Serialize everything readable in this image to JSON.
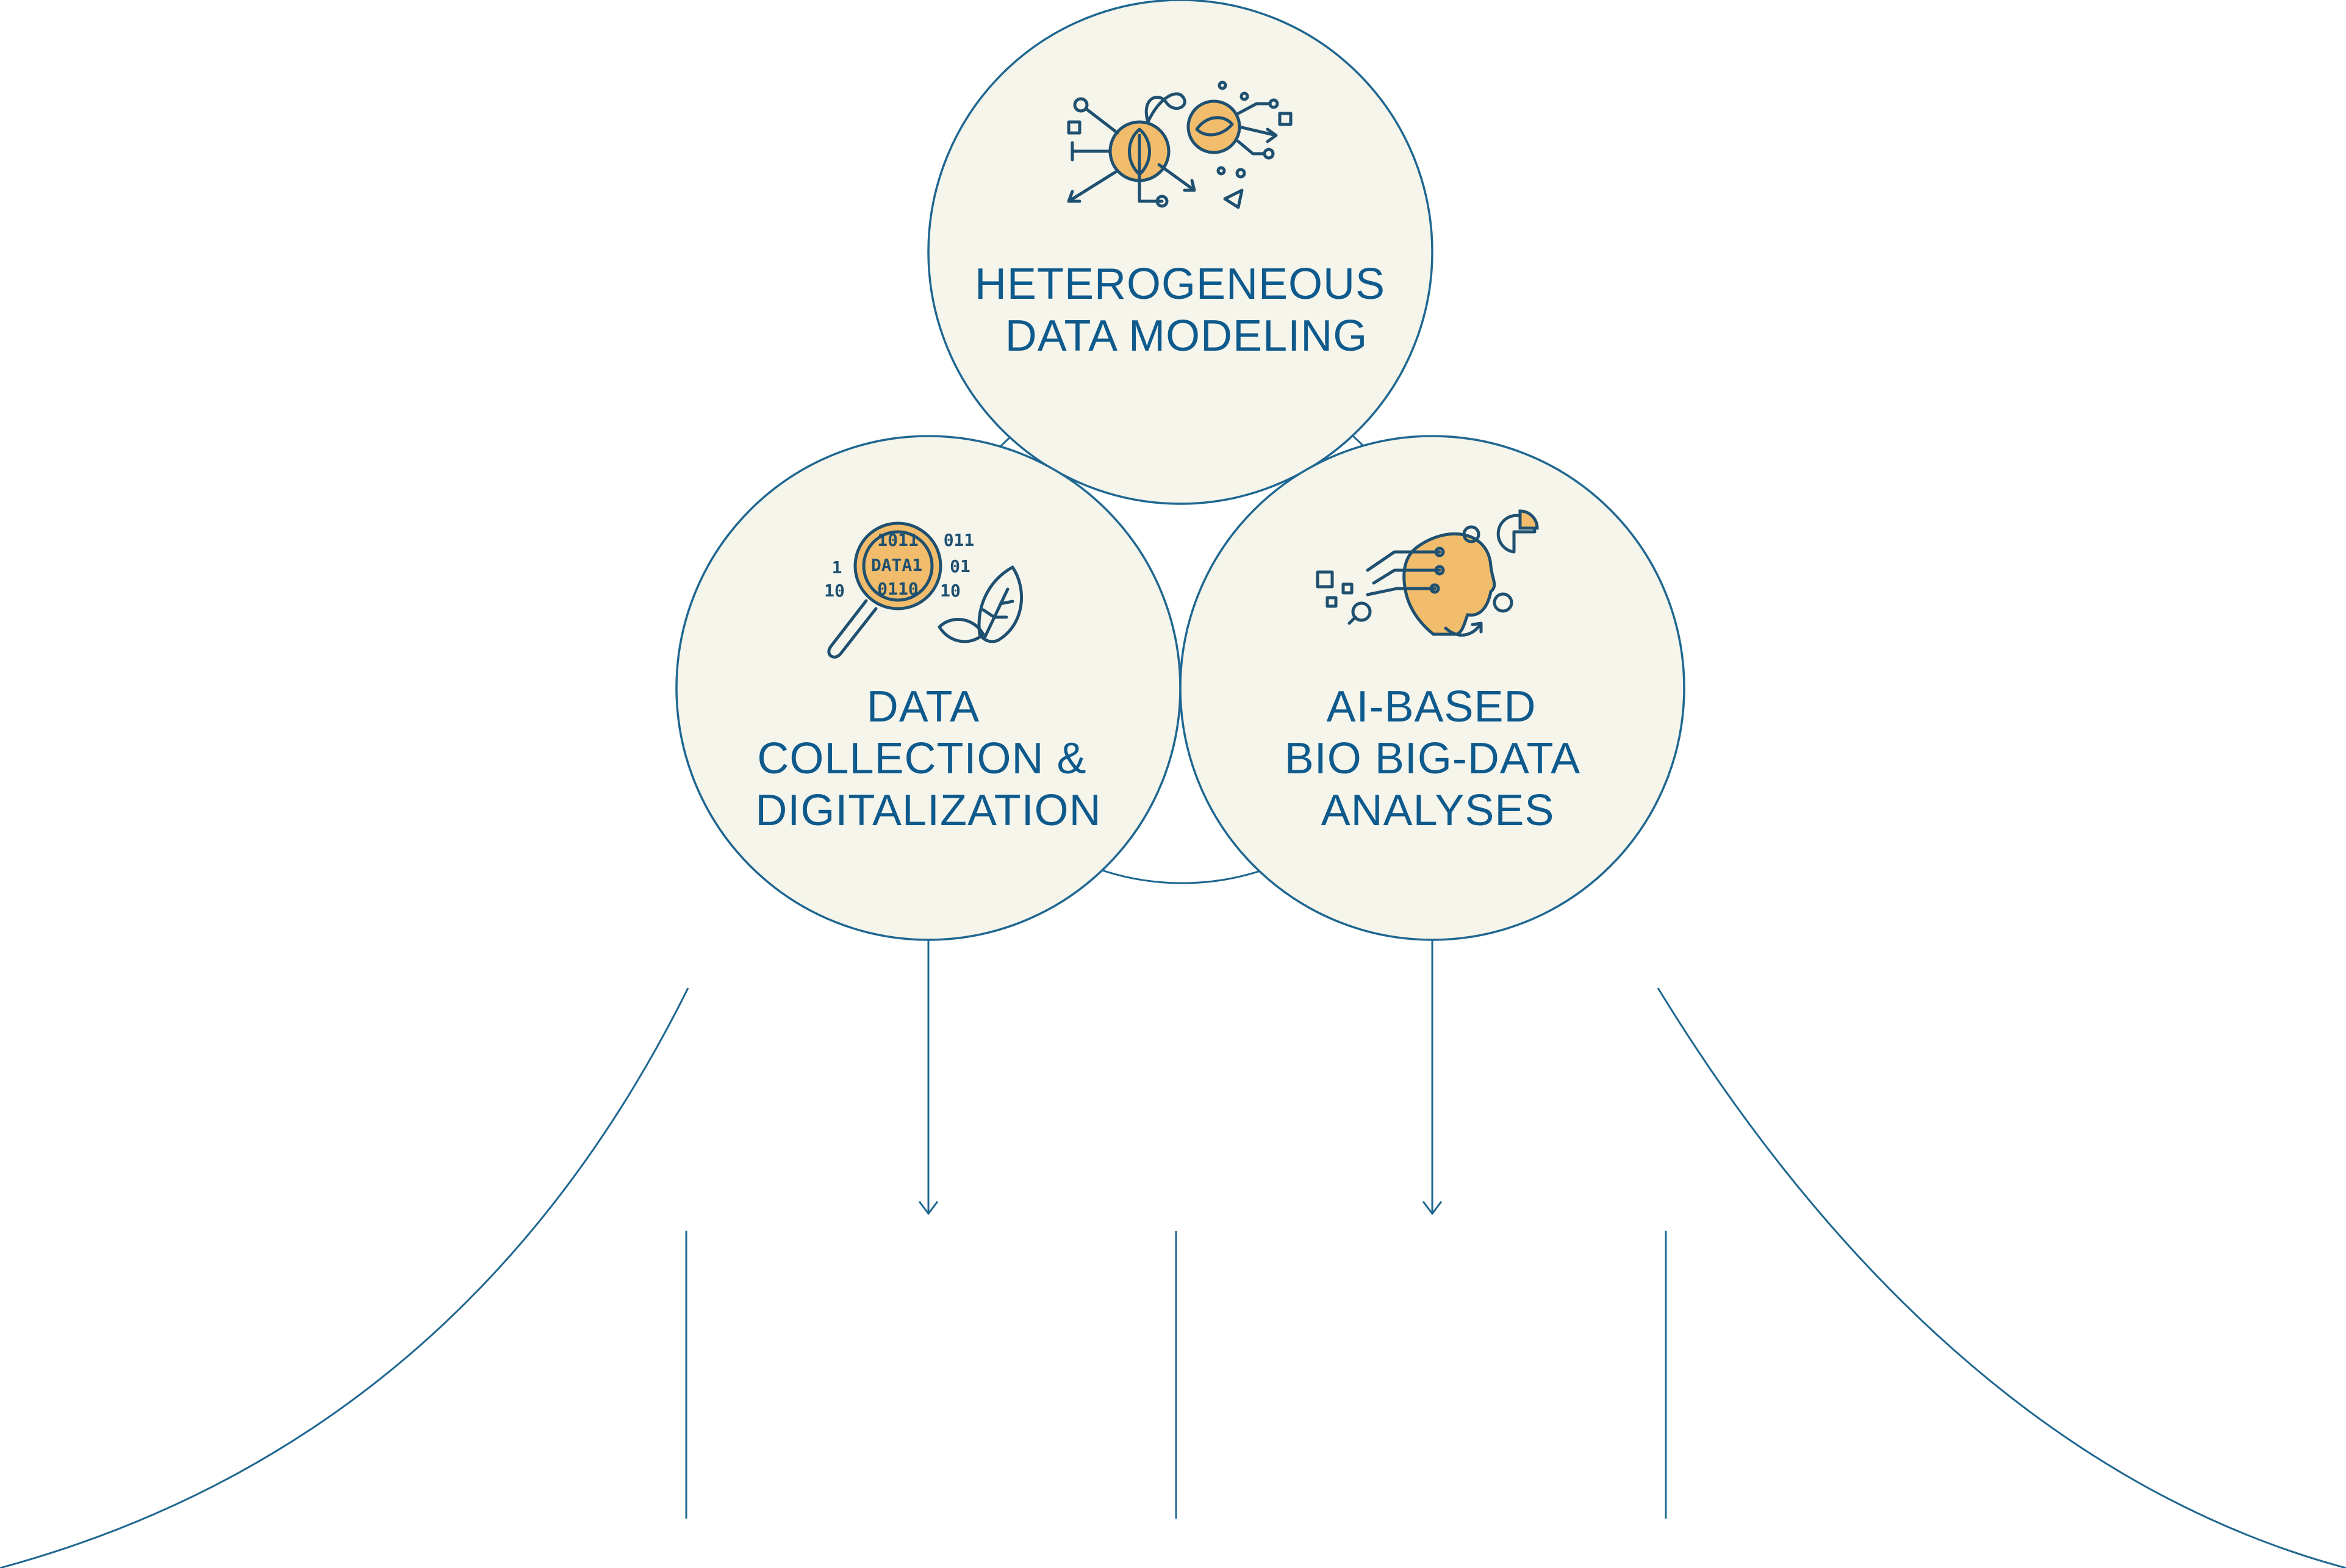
{
  "nodes": [
    {
      "id": "heterogeneous",
      "title_lines": [
        "HETEROGENEOUS",
        "DATA MODELING"
      ],
      "icon": "data-network-leaf-icon"
    },
    {
      "id": "collection",
      "title_lines": [
        "DATA",
        "COLLECTION &",
        "DIGITALIZATION"
      ],
      "icon": "magnifier-data-leaf-icon",
      "icon_text": {
        "top": "1011",
        "center": "DATA1",
        "bottom": "0110",
        "left_one": "1",
        "left_ten": "10",
        "right_top": "011",
        "right_mid": "01",
        "right_bottom": "10"
      }
    },
    {
      "id": "ai",
      "title_lines": [
        "AI-BASED",
        "BIO BIG-DATA",
        "ANALYSES"
      ],
      "icon": "ai-head-analytics-icon"
    }
  ],
  "colors": {
    "accent": "#0f5a8c",
    "line": "#1f6790",
    "bubble_fill": "#f5f5ec",
    "icon_fill": "#f1bd6c"
  }
}
